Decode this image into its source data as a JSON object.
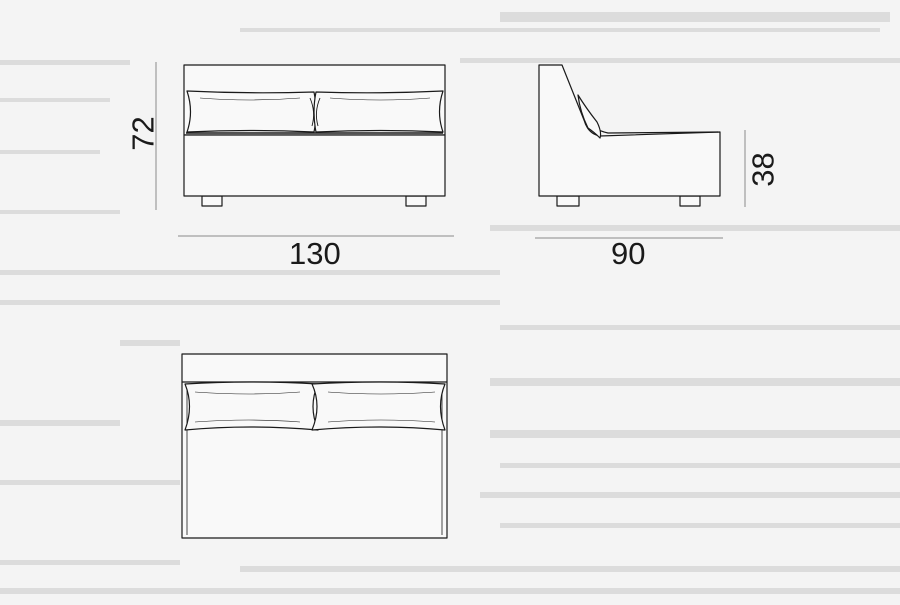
{
  "drawing": {
    "title": "",
    "views": {
      "front": {
        "name": "front-view"
      },
      "side": {
        "name": "side-view"
      },
      "top": {
        "name": "top-view"
      }
    },
    "dimensions": {
      "overall_width": "130",
      "overall_depth": "90",
      "overall_height": "72",
      "seat_height": "38"
    },
    "colors": {
      "background": "#f4f4f4",
      "sofa_fill": "#f9f9f9",
      "line": "#1a1a1a",
      "dim_line": "#8a8a8a",
      "watermark": "#d8d8d8"
    }
  }
}
